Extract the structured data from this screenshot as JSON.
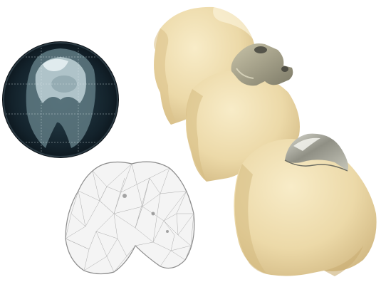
{
  "figure": {
    "panels": [
      {
        "id": "ct-scan",
        "icon": "ct-scan-circle"
      },
      {
        "id": "mesh",
        "icon": "wireframe-bone-mesh"
      },
      {
        "id": "bone-1",
        "icon": "bone-model"
      },
      {
        "id": "bone-2",
        "icon": "bone-model-with-guide"
      },
      {
        "id": "bone-3",
        "icon": "bone-model-with-implant"
      }
    ],
    "colors": {
      "background": "#ffffff",
      "bone_light": "#f4e6bf",
      "bone_mid": "#e8d4a2",
      "bone_shadow": "#cdb27a",
      "metal": "#a8a89c",
      "ct_dark": "#0d1820"
    }
  }
}
